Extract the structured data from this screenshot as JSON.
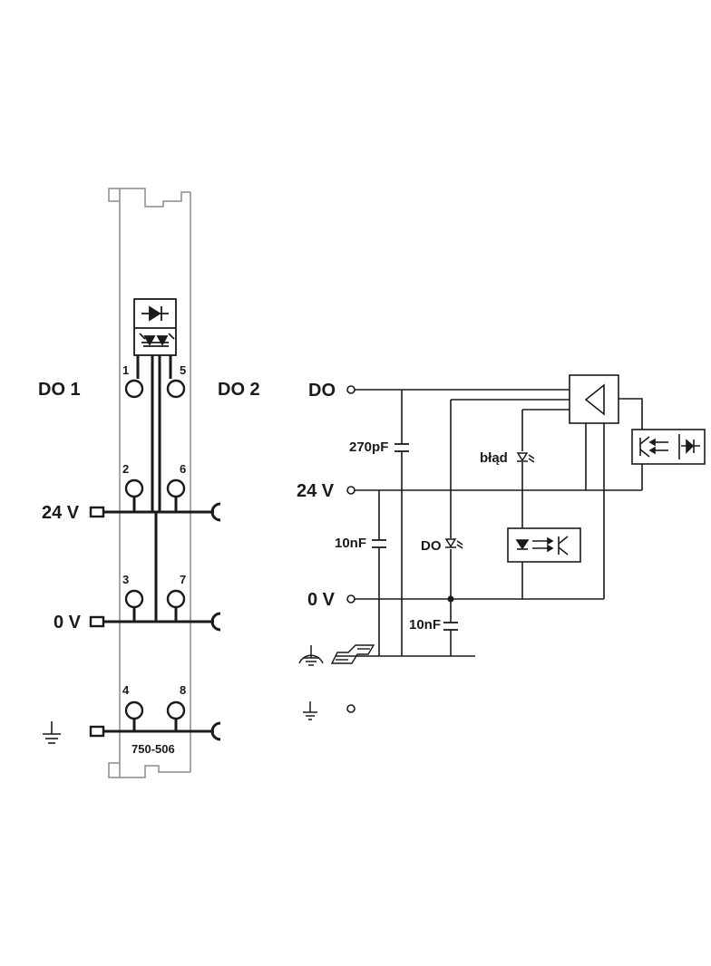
{
  "module": {
    "label_do1": "DO 1",
    "label_do2": "DO 2",
    "label_24v": "24 V",
    "label_0v": "0 V",
    "pins": [
      "1",
      "2",
      "3",
      "4",
      "5",
      "6",
      "7",
      "8"
    ],
    "model_number": "750-506"
  },
  "schematic": {
    "label_do": "DO",
    "label_24v": "24 V",
    "label_0v": "0 V",
    "cap_270pf": "270pF",
    "cap_10nf_left": "10nF",
    "cap_10nf_bottom": "10nF",
    "led_error_label": "błąd",
    "led_do_label": "DO"
  },
  "colors": {
    "line": "#1a1a1a",
    "housing": "#8a8a8a"
  }
}
